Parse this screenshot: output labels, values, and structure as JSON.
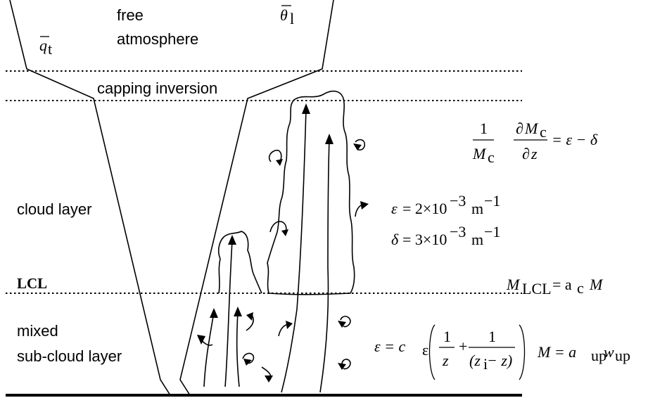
{
  "labels": {
    "free_line1": "free",
    "free_line2": "atmosphere",
    "capping_inversion": "capping inversion",
    "cloud_layer": "cloud layer",
    "lcl": "LCL",
    "mixed_line1": "mixed",
    "mixed_line2": "sub-cloud layer"
  },
  "profiles": {
    "qt_symbol": "q",
    "qt_subscript": "t",
    "thetal_symbol": "θ",
    "thetal_subscript": "l"
  },
  "equations": {
    "mass_flux_budget": {
      "one": "1",
      "Mc": "M",
      "Mc_sub": "c",
      "partial": "∂",
      "z": "z",
      "rhs": "= ε − δ"
    },
    "entrainment": {
      "lhs": "ε",
      "rhs_coef": "= 2×10",
      "exponent": "−3",
      "unit": "m",
      "unit_exp": "−1"
    },
    "detrainment": {
      "lhs": "δ",
      "rhs_coef": "= 3×10",
      "exponent": "−3",
      "unit": "m",
      "unit_exp": "−1"
    },
    "lcl_flux": {
      "lhs": "M",
      "lhs_sub": "LCL",
      "eq": "= a",
      "a_sub": "c",
      "rhs": "M"
    },
    "subcloud_entrainment": {
      "lhs": "ε = c",
      "c_sub": "ε",
      "one": "1",
      "z": "z",
      "denominator": "(z",
      "den_sub": "i",
      "den_rest": " − z)"
    },
    "updraft_flux": {
      "lhs": "M = a",
      "a_sub": "up",
      "w": "w",
      "w_sub": "up"
    }
  }
}
